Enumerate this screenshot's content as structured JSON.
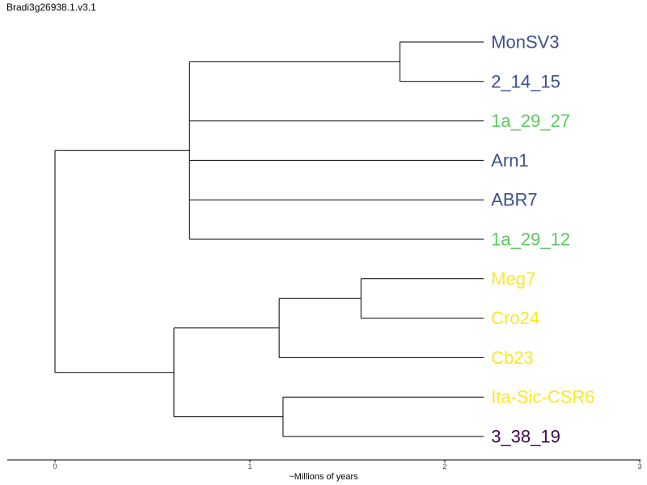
{
  "title": "Bradi3g26938.1.v3.1",
  "colors": {
    "blue": "#3b528b",
    "green": "#5ec962",
    "yellow": "#fde725",
    "purple": "#440154",
    "branch": "#000000"
  },
  "tree": {
    "leaves": [
      {
        "name": "MonSV3",
        "color": "#3b528b"
      },
      {
        "name": "2_14_15",
        "color": "#3b528b"
      },
      {
        "name": "1a_29_27",
        "color": "#5ec962"
      },
      {
        "name": "Arn1",
        "color": "#3b528b"
      },
      {
        "name": "ABR7",
        "color": "#3b528b"
      },
      {
        "name": "1a_29_12",
        "color": "#5ec962"
      },
      {
        "name": "Meg7",
        "color": "#fde725"
      },
      {
        "name": "Cro24",
        "color": "#fde725"
      },
      {
        "name": "Cb23",
        "color": "#fde725"
      },
      {
        "name": "Ita-Sic-CSR6",
        "color": "#fde725"
      },
      {
        "name": "3_38_19",
        "color": "#440154"
      }
    ],
    "tip_time": 2.2,
    "nodes": [
      {
        "id": "n_mon_214",
        "time": 1.77,
        "children": [
          "MonSV3",
          "2_14_15"
        ]
      },
      {
        "id": "n_upper",
        "time": 0.69,
        "children": [
          "n_mon_214",
          "1a_29_27",
          "Arn1",
          "ABR7",
          "1a_29_12"
        ]
      },
      {
        "id": "n_meg_cro",
        "time": 1.57,
        "children": [
          "Meg7",
          "Cro24"
        ]
      },
      {
        "id": "n_meg_cb",
        "time": 1.15,
        "children": [
          "n_meg_cro",
          "Cb23"
        ]
      },
      {
        "id": "n_ita_3",
        "time": 1.17,
        "children": [
          "Ita-Sic-CSR6",
          "3_38_19"
        ]
      },
      {
        "id": "n_lower",
        "time": 0.61,
        "children": [
          "n_meg_cb",
          "n_ita_3"
        ]
      },
      {
        "id": "root",
        "time": 0.0,
        "children": [
          "n_upper",
          "n_lower"
        ]
      }
    ]
  },
  "axis": {
    "title": "~Millions of years",
    "range": [
      -0.25,
      3
    ],
    "ticks": [
      0,
      1,
      2,
      3
    ],
    "tick_labels": [
      "0",
      "1",
      "2",
      "3"
    ]
  }
}
